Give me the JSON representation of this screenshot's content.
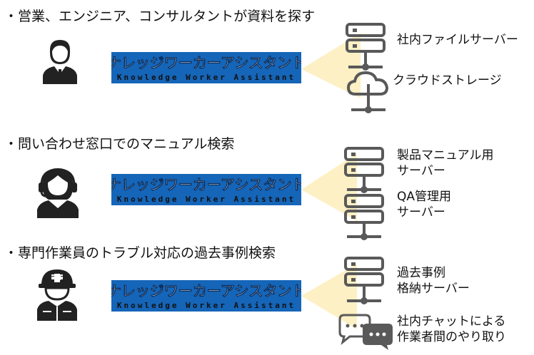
{
  "sections": [
    {
      "heading": "・営業、エンジニア、コンサルタントが資料を探す",
      "person_icon": "businessman-icon",
      "banner": {
        "title": "ナレッジワーカーアシスタント",
        "subtitle": "Knowledge Worker Assistant"
      },
      "targets": [
        {
          "icon": "server-icon",
          "label": "社内ファイルサーバー"
        },
        {
          "icon": "cloud-storage-icon",
          "label": "クラウドストレージ"
        }
      ]
    },
    {
      "heading": "・問い合わせ窓口でのマニュアル検索",
      "person_icon": "operator-headset-icon",
      "banner": {
        "title": "ナレッジワーカーアシスタント",
        "subtitle": "Knowledge Worker Assistant"
      },
      "targets": [
        {
          "icon": "server-icon",
          "label_lines": [
            "製品マニュアル用",
            "サーバー"
          ]
        },
        {
          "icon": "server-icon",
          "label_lines": [
            "QA管理用",
            "サーバー"
          ]
        }
      ]
    },
    {
      "heading": "・専門作業員のトラブル対応の過去事例検索",
      "person_icon": "worker-helmet-icon",
      "banner": {
        "title": "ナレッジワーカーアシスタント",
        "subtitle": "Knowledge Worker Assistant"
      },
      "targets": [
        {
          "icon": "server-icon",
          "label_lines": [
            "過去事例",
            "格納サーバー"
          ]
        },
        {
          "icon": "chat-bubbles-icon",
          "label_lines": [
            "社内チャットによる",
            "作業者間のやり取り"
          ]
        }
      ]
    }
  ],
  "colors": {
    "banner_bg": "#1565b8",
    "banner_title": "#ffffff",
    "banner_subtitle": "#111111",
    "subtitle_initial": "#f2e21a",
    "beam": "#fdf0c4",
    "icon": "#595959"
  }
}
